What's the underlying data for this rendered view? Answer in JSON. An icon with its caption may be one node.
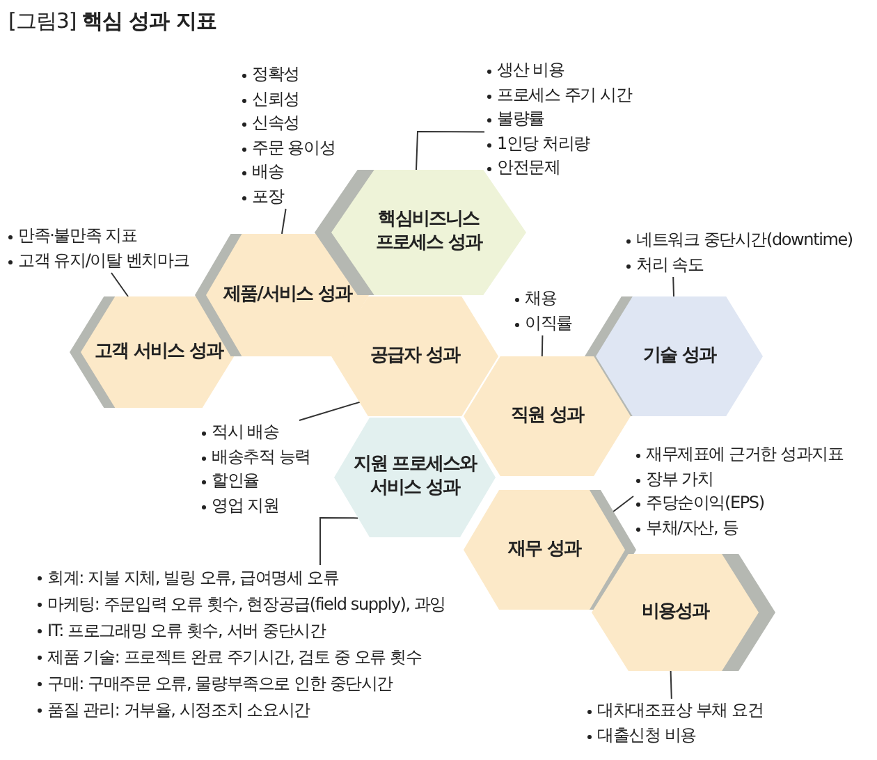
{
  "diagram": {
    "title": "[그림3] **핵심 성과 지표**",
    "nodes": [
      {
        "text": [
          "고객 서비스 성과"
        ]
      },
      {
        "text": [
          "제품/서비스 성과"
        ]
      },
      {
        "text": [
          "핵심비즈니스 프로세스 성과"
        ]
      },
      {
        "text": [
          "공급자 성과"
        ]
      },
      {
        "text": [
          "기술 성과"
        ]
      },
      {
        "text": [
          "직원 성과"
        ]
      },
      {
        "text": [
          "지원 프로세스와 서비스 성과"
        ]
      },
      {
        "text": [
          "재무 성과"
        ]
      },
      {
        "text": [
          "비용성과"
        ]
      },
      {
        "text": [
          "정확성",
          "신뢰성",
          "신속성",
          "주문 용이성",
          "배송",
          "포장"
        ]
      },
      {
        "text": [
          "만족·불만족 지표",
          "고객 유지/이탈 벤치마크"
        ]
      },
      {
        "text": [
          "생산 비용",
          "프로세스 주기 시간",
          "불량률",
          "1인당 처리량",
          "안전문제"
        ]
      },
      {
        "text": [
          "네트워크 중단시간(downtime)",
          "처리 속도"
        ]
      },
      {
        "text": [
          "채용",
          "이직률"
        ]
      },
      {
        "text": [
          "적시 배송",
          "배송추적 능력",
          "할인율",
          "영업 지원"
        ]
      },
      {
        "text": [
          "회계: 지불 지체, 빌링 오류, 급여명세 오류",
          "마케팅: 주문입력 오류 횟수, 현장공급(field supply), 과잉",
          "IT: 프로그래밍 오류 횟수, 서버 중단시간",
          "제품 기술: 프로젝트 완료 주기시간, 검토 중 오류 횟수",
          "구매: 구매주문 오류, 물량부족으로 인한 중단시간",
          "품질 관리: 거부율, 시정조치 소요시간"
        ]
      },
      {
        "text": [
          "재무제표에 근거한 성과지표",
          "장부 가치",
          "주당순이익(EPS)",
          "부채/자산, 등"
        ]
      },
      {
        "text": [
          "대차대조표상 부채 요건",
          "대출신청 비용"
        ]
      }
    ],
    "edges": [
      {
        "from": 9,
        "to": 1,
        "arrow": "none"
      },
      {
        "from": 10,
        "to": 0,
        "arrow": "none"
      },
      {
        "from": 11,
        "to": 2,
        "arrow": "none"
      },
      {
        "from": 12,
        "to": 4,
        "arrow": "none"
      },
      {
        "from": 13,
        "to": 5,
        "arrow": "none"
      },
      {
        "from": 14,
        "to": 3,
        "arrow": "none"
      },
      {
        "from": 15,
        "to": 6,
        "arrow": "none"
      },
      {
        "from": 16,
        "to": 7,
        "arrow": "none"
      },
      {
        "from": 17,
        "to": 8,
        "arrow": "none"
      }
    ]
  }
}
